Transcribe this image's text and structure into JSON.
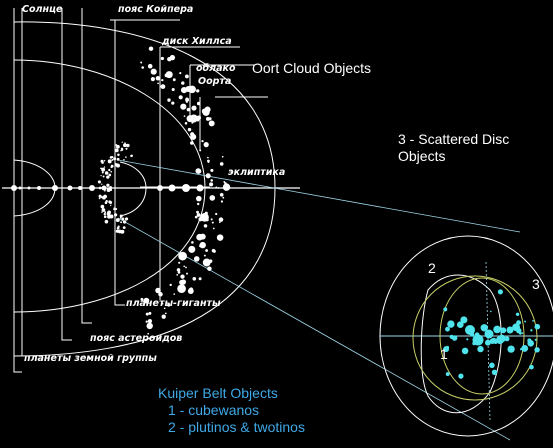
{
  "labels_ru": {
    "sun": "Солнце",
    "kuiper_belt": "пояс Койпера",
    "hills_disk": "диск Хиллса",
    "oort_cloud_line1": "облако",
    "oort_cloud_line2": "Оорта",
    "ecliptic": "эклиптика",
    "giant_planets": "планеты-гиганты",
    "asteroid_belt": "пояс астероидов",
    "terrestrial_planets": "планеты земной группы"
  },
  "labels_en": {
    "oort_cloud_objects": "Oort Cloud Objects",
    "scattered_disc_line1": "3 - Scattered Disc",
    "scattered_disc_line2": "Objects"
  },
  "kuiper_legend": {
    "title": "Kuiper Belt Objects",
    "item1": "1 - cubewanos",
    "item2": "2 - plutinos & twotinos"
  },
  "region_numbers": {
    "n1": "1",
    "n2": "2",
    "n3": "3"
  },
  "colors": {
    "background": "#000000",
    "lines": "#ffffff",
    "kuiper_text": "#3fa9e6",
    "kbo_dots": "#4fe3ec",
    "inner_circle": "#c8cf66",
    "pointer_lines": "#9fd7e8"
  }
}
